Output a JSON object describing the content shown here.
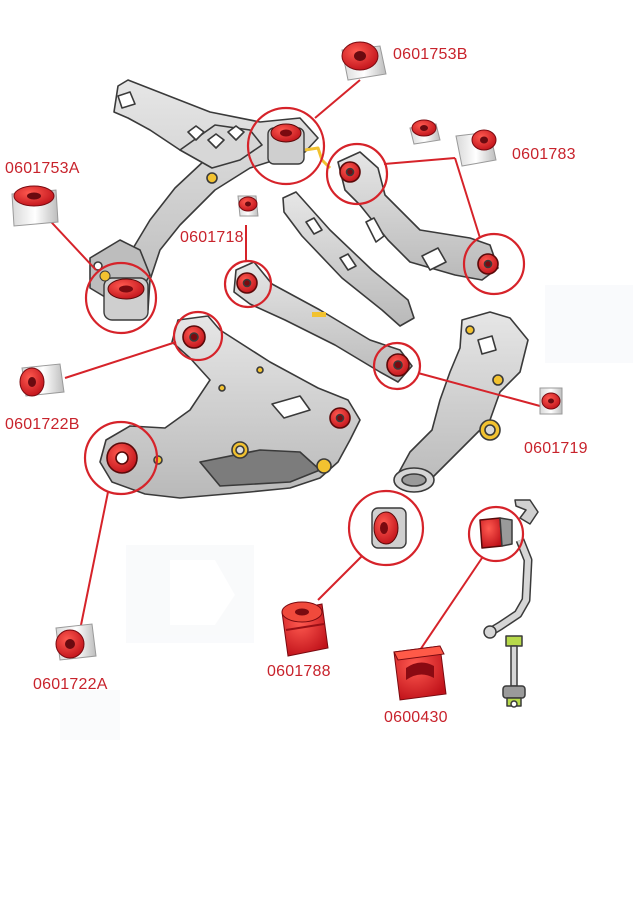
{
  "colors": {
    "accent": "#d6232a",
    "bushing_red": "#e3262c",
    "metal_grey": "#c9c9c9",
    "outline": "#3a3a3a",
    "yellow_bolt": "#f2c230",
    "link_green": "#b7d94a"
  },
  "parts": [
    {
      "id": "p1",
      "code": "0601753B"
    },
    {
      "id": "p2",
      "code": "0601753A"
    },
    {
      "id": "p3",
      "code": "0601783"
    },
    {
      "id": "p4",
      "code": "0601718"
    },
    {
      "id": "p5",
      "code": "0601722B"
    },
    {
      "id": "p6",
      "code": "0601719"
    },
    {
      "id": "p7",
      "code": "0601722A"
    },
    {
      "id": "p8",
      "code": "0601788"
    },
    {
      "id": "p9",
      "code": "0600430"
    }
  ]
}
